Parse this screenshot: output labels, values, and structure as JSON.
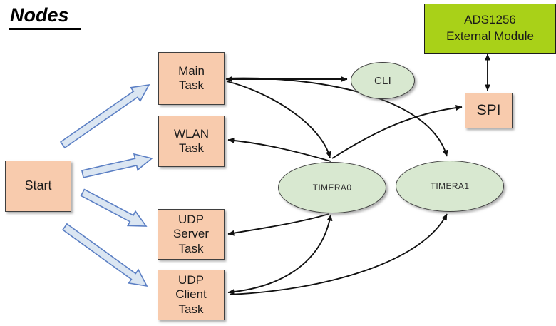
{
  "title": "Nodes",
  "nodes": {
    "start": {
      "label": "Start",
      "shape": "rect"
    },
    "main_task": {
      "label": "Main\nTask",
      "shape": "rect"
    },
    "wlan_task": {
      "label": "WLAN\nTask",
      "shape": "rect"
    },
    "udp_server_task": {
      "label": "UDP\nServer\nTask",
      "shape": "rect"
    },
    "udp_client_task": {
      "label": "UDP\nClient\nTask",
      "shape": "rect"
    },
    "cli": {
      "label": "CLI",
      "shape": "ellipse"
    },
    "timera0": {
      "label": "TIMERA0",
      "shape": "ellipse"
    },
    "timera1": {
      "label": "TIMERA1",
      "shape": "ellipse"
    },
    "spi": {
      "label": "SPI",
      "shape": "rect"
    },
    "ads1256": {
      "label": "ADS1256\nExternal Module",
      "shape": "rect"
    }
  },
  "edges": [
    {
      "from": "start",
      "to": "main_task",
      "style": "block-arrow",
      "bidirectional": false
    },
    {
      "from": "start",
      "to": "wlan_task",
      "style": "block-arrow",
      "bidirectional": false
    },
    {
      "from": "start",
      "to": "udp_server_task",
      "style": "block-arrow",
      "bidirectional": false
    },
    {
      "from": "start",
      "to": "udp_client_task",
      "style": "block-arrow",
      "bidirectional": false
    },
    {
      "from": "main_task",
      "to": "cli",
      "style": "line",
      "bidirectional": true
    },
    {
      "from": "main_task",
      "to": "timera0",
      "style": "curve",
      "bidirectional": true
    },
    {
      "from": "main_task",
      "to": "timera1",
      "style": "curve",
      "bidirectional": true
    },
    {
      "from": "timera0",
      "to": "wlan_task",
      "style": "curve",
      "bidirectional": true
    },
    {
      "from": "udp_server_task",
      "to": "timera0",
      "style": "curve",
      "bidirectional": true
    },
    {
      "from": "udp_client_task",
      "to": "timera0",
      "style": "curve",
      "bidirectional": true
    },
    {
      "from": "udp_client_task",
      "to": "timera1",
      "style": "curve",
      "bidirectional": true
    },
    {
      "from": "timera0",
      "to": "spi",
      "style": "curve",
      "bidirectional": false
    },
    {
      "from": "spi",
      "to": "ads1256",
      "style": "line",
      "bidirectional": true
    }
  ],
  "colors": {
    "task_box_fill": "#f8cbad",
    "task_box_border": "#3f3f3f",
    "ellipse_fill": "#d8e8d0",
    "ellipse_border": "#404040",
    "ads_box_fill": "#a9d118",
    "ads_box_border": "#1c1c1c",
    "connector_stroke": "#111111",
    "flow_arrow_fill": "#dbe6f2",
    "flow_arrow_stroke": "#5b7fc4",
    "background": "#ffffff"
  }
}
